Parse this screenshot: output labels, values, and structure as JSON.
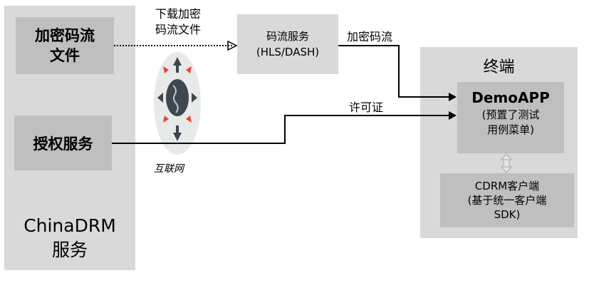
{
  "left_panel": {
    "title": "ChinaDRM\n服务",
    "encrypted_file": "加密码流\n文件",
    "license_service": "授权服务"
  },
  "streaming_service": {
    "label": "码流服务\n(HLS/DASH)"
  },
  "internet": {
    "label": "互联网"
  },
  "terminal": {
    "title": "终端",
    "demo_app_title": "DemoAPP",
    "demo_app_desc": "(预置了测试\n用例菜单)",
    "cdrm_client": "CDRM客户端\n(基于统一客户端\nSDK)"
  },
  "edges": {
    "download": "下载加密\n码流文件",
    "encrypted_stream": "加密码流",
    "license": "许可证"
  }
}
